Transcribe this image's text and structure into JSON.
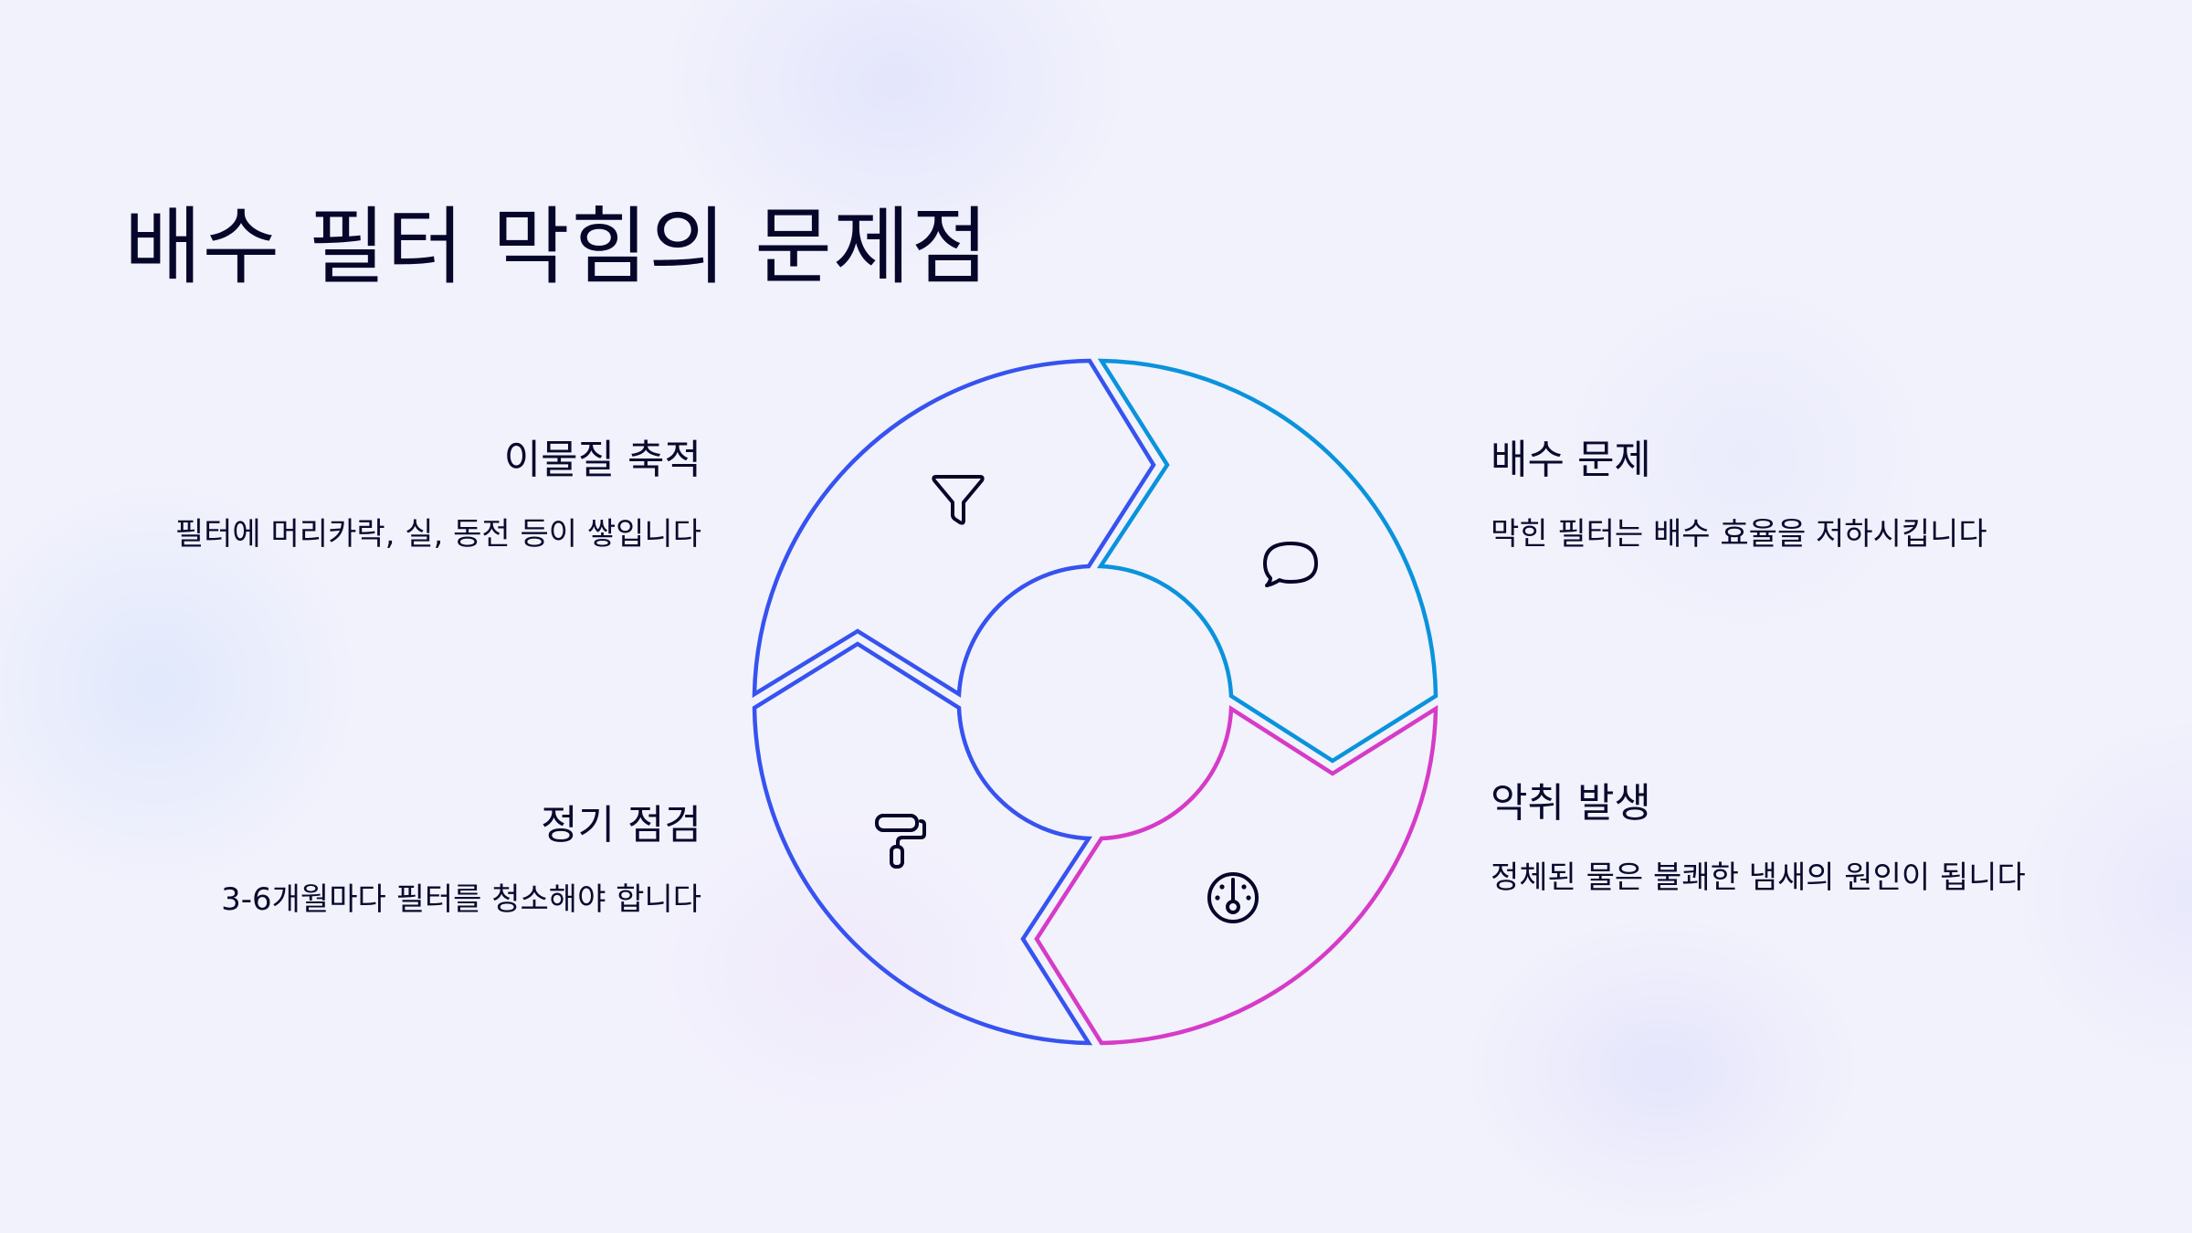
{
  "title": "배수 필터 막힘의 문제점",
  "colors": {
    "background": "#f2f2fc",
    "text": "#0a0a2e",
    "segment_blue": "#3652f0",
    "segment_cyan": "#0a93dc",
    "segment_magenta": "#d63bc8"
  },
  "cycle": {
    "segments": [
      {
        "position": "top-left",
        "icon": "funnel-filter-icon",
        "color": "#3652f0"
      },
      {
        "position": "top-right",
        "icon": "speech-bubble-icon",
        "color": "#0a93dc"
      },
      {
        "position": "bottom-right",
        "icon": "gauge-meter-icon",
        "color": "#d63bc8"
      },
      {
        "position": "bottom-left",
        "icon": "paint-roller-icon",
        "color": "#3652f0"
      }
    ]
  },
  "items": {
    "top_left": {
      "heading": "이물질 축적",
      "description": "필터에 머리카락, 실, 동전 등이 쌓입니다"
    },
    "top_right": {
      "heading": "배수 문제",
      "description": "막힌 필터는 배수 효율을 저하시킵니다"
    },
    "bottom_right": {
      "heading": "악취 발생",
      "description": "정체된 물은 불쾌한 냄새의 원인이 됩니다"
    },
    "bottom_left": {
      "heading": "정기 점검",
      "description": "3-6개월마다 필터를 청소해야 합니다"
    }
  }
}
